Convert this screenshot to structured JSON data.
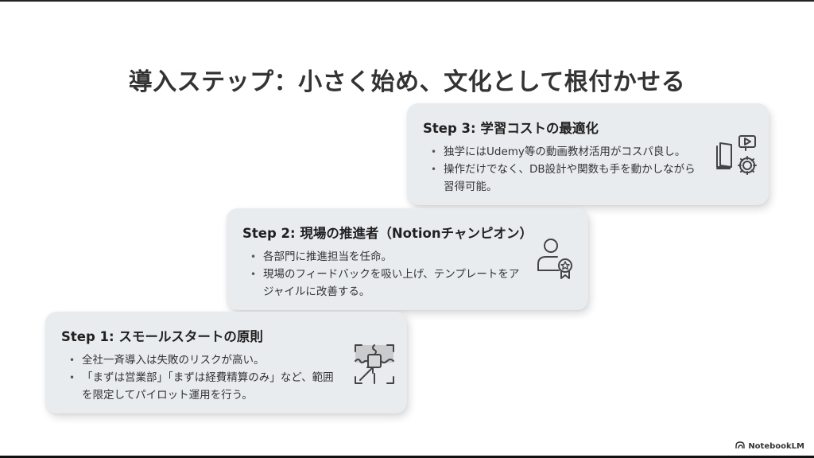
{
  "slide": {
    "title": "導入ステップ：小さく始め、文化として根付かせる"
  },
  "steps": [
    {
      "title": "Step 1: スモールスタートの原則",
      "bullets": [
        "全社一斉導入は失敗のリスクが高い。",
        "「まずは営業部」「まずは経費精算のみ」など、範囲を限定してパイロット運用を行う。"
      ],
      "icon": "puzzle-expand-icon"
    },
    {
      "title": "Step 2: 現場の推進者（Notionチャンピオン）",
      "bullets": [
        "各部門に推進担当を任命。",
        "現場のフィードバックを吸い上げ、テンプレートをアジャイルに改善する。"
      ],
      "icon": "user-award-icon"
    },
    {
      "title": "Step 3: 学習コストの最適化",
      "bullets": [
        "独学にはUdemy等の動画教材活用がコスパ良し。",
        "操作だけでなく、DB設計や関数も手を動かしながら習得可能。"
      ],
      "icon": "book-video-gear-icon"
    }
  ],
  "branding": {
    "label": "NotebookLM",
    "icon": "notebooklm-logo-icon"
  },
  "colors": {
    "card_bg": "#e9ecef",
    "text": "#2b2b2b",
    "icon_stroke": "#444444"
  }
}
